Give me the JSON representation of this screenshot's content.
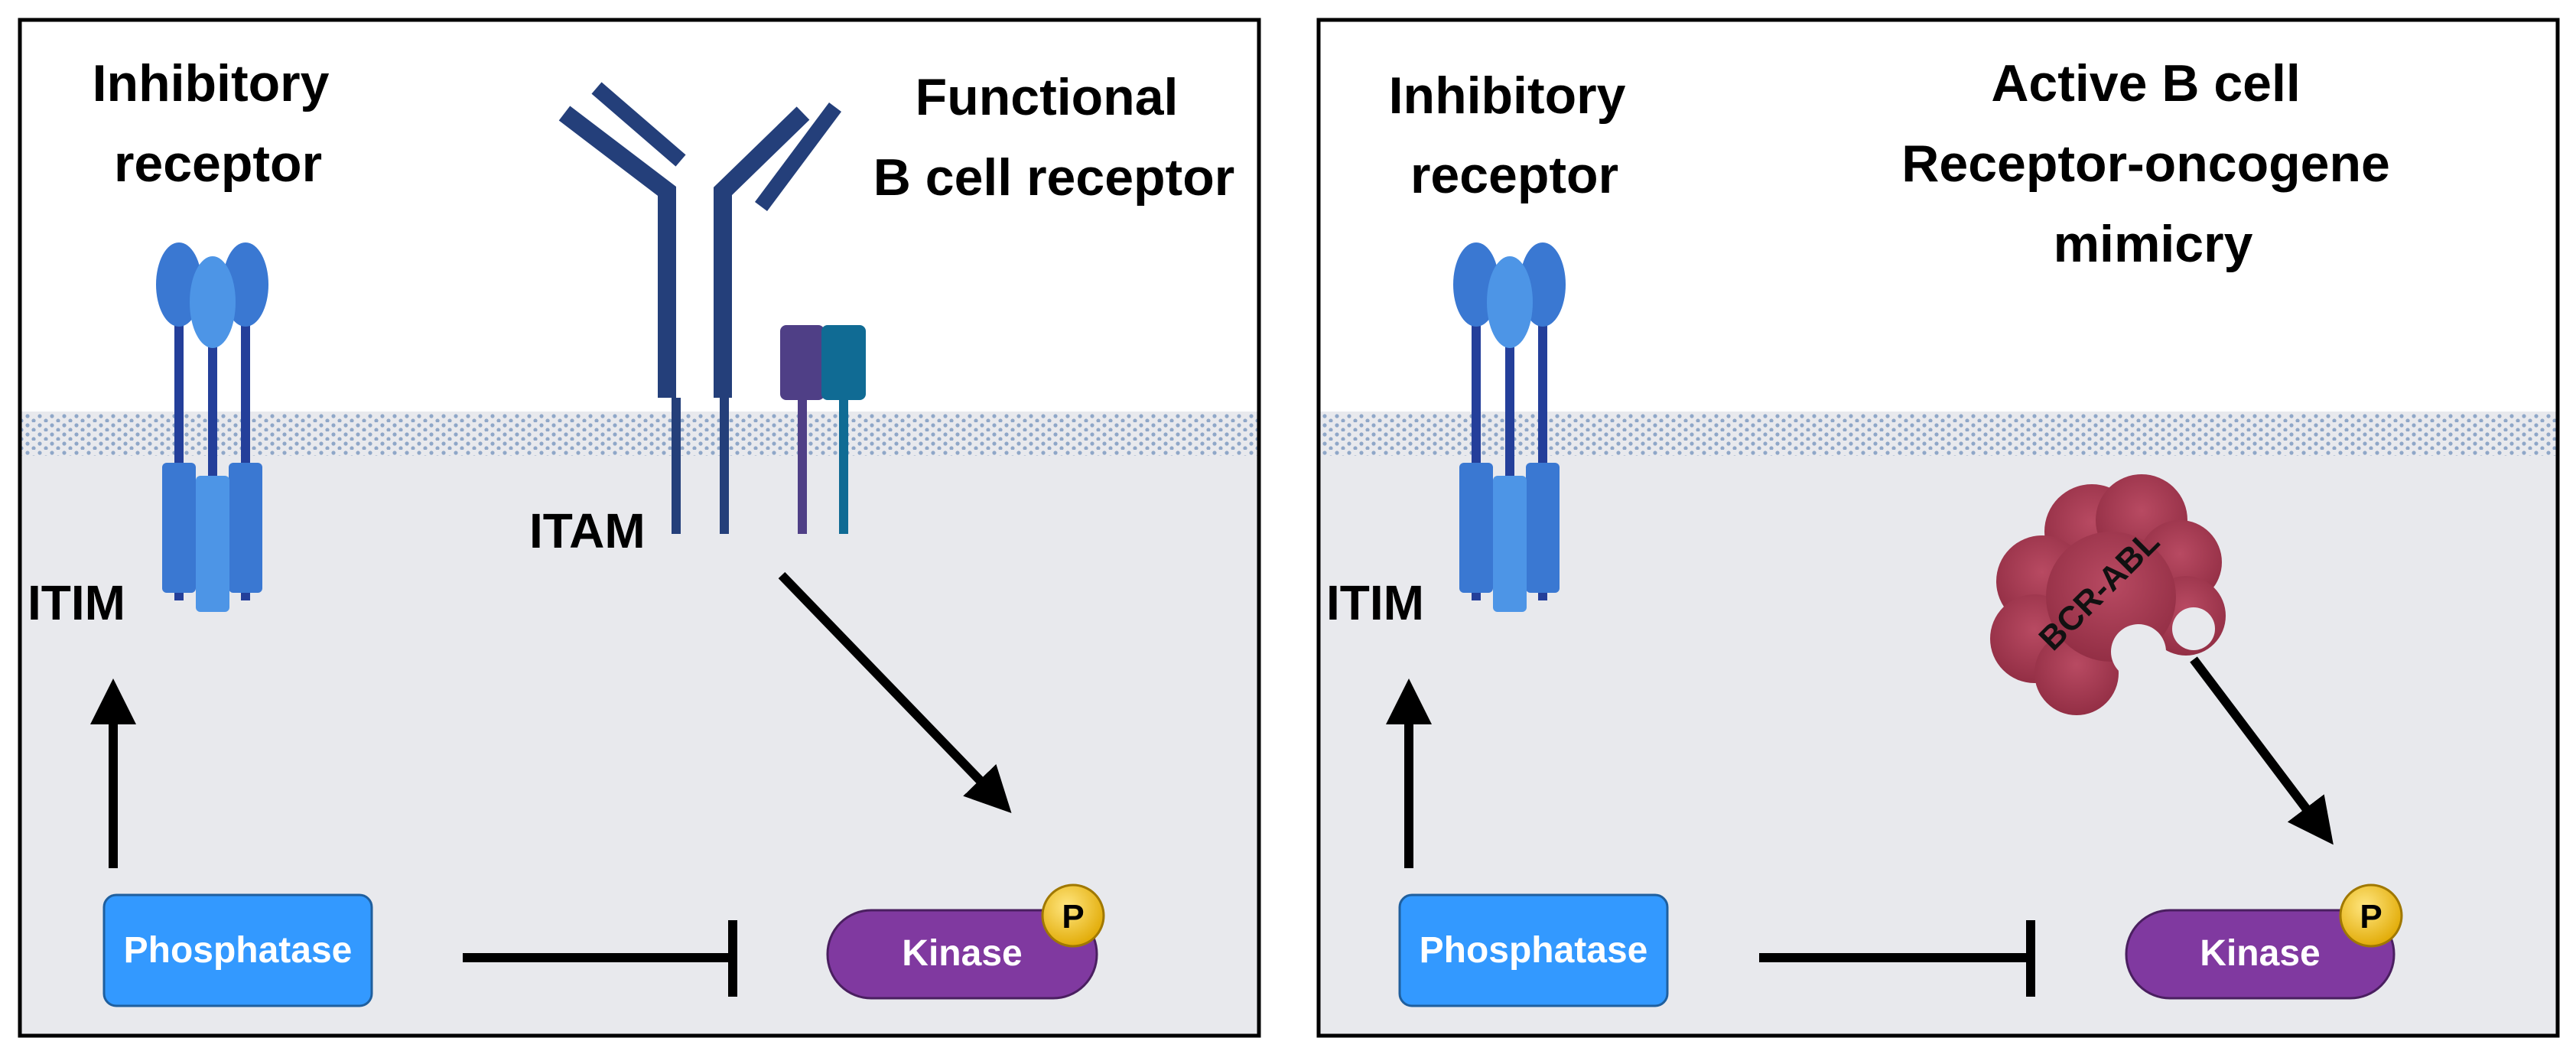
{
  "panels": [
    {
      "inhibitory_label": [
        "Inhibitory",
        "receptor"
      ],
      "itim_label": "ITIM",
      "bcr_label": [
        "Functional",
        "B cell receptor"
      ],
      "itam_label": "ITAM",
      "phosphatase_label": "Phosphatase",
      "kinase_label": "Kinase",
      "phospho_label": "P"
    },
    {
      "inhibitory_label": [
        "Inhibitory",
        "receptor"
      ],
      "itim_label": "ITIM",
      "title_label": [
        "Active B cell",
        "Receptor-oncogene",
        "mimicry"
      ],
      "oncogene_label": "BCR-ABL",
      "phosphatase_label": "Phosphatase",
      "kinase_label": "Kinase",
      "phospho_label": "P"
    }
  ],
  "colors": {
    "cytoplasm": "#e8e9ed",
    "membrane": "#8fa7c8",
    "antibody": "#243f7a",
    "receptor_blue": "#3a78d2",
    "receptor_light": "#4d95e6",
    "cd79_purple": "#4f3f86",
    "cd79_teal": "#106b94",
    "phosphatase": "#3399ff",
    "kinase": "#8039a0",
    "phospho": "#f2c200",
    "oncogene": "#a3344c"
  }
}
